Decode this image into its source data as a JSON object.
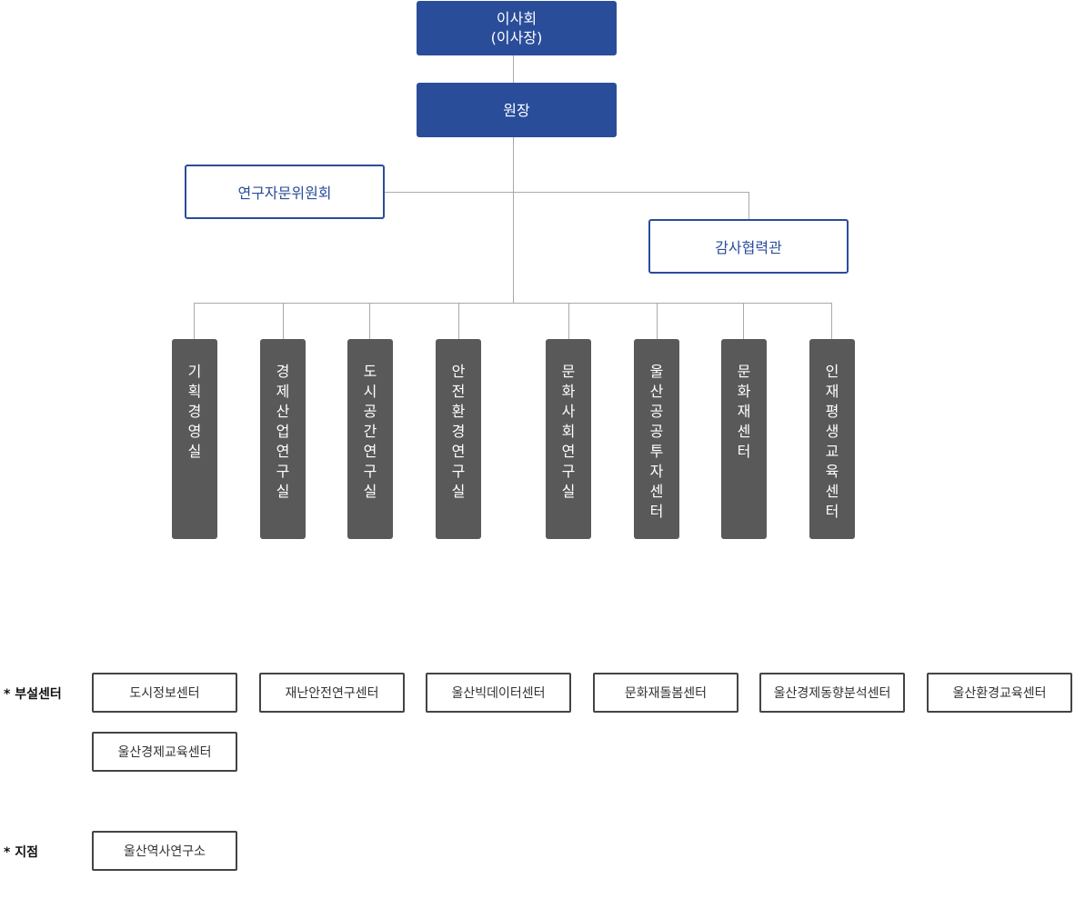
{
  "board": {
    "line1": "이사회",
    "line2": "(이사장)"
  },
  "president": "원장",
  "advisory_committee": "연구자문위원회",
  "audit": "감사협력관",
  "departments": [
    "기획경영실",
    "경제산업연구실",
    "도시공간연구실",
    "안전환경연구실",
    "문화사회연구실",
    "울산공공투자센터",
    "문화재센터",
    "인재평생교육센터"
  ],
  "affiliated": {
    "label": "* 부설센터",
    "items": [
      "도시정보센터",
      "재난안전연구센터",
      "울산빅데이터센터",
      "문화재돌봄센터",
      "울산경제동향분석센터",
      "울산환경교육센터",
      "울산경제교육센터"
    ]
  },
  "branch": {
    "label": "* 지점",
    "items": [
      "울산역사연구소"
    ]
  },
  "colors": {
    "primary": "#2a4d9a",
    "department": "#595959",
    "connector": "#aaaaaa"
  }
}
